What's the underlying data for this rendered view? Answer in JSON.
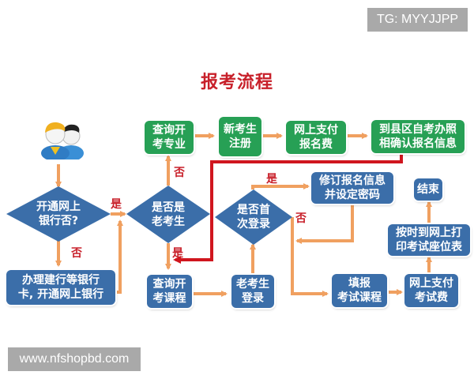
{
  "title": "报考流程",
  "watermarks": {
    "top_right": "TG: MYYJJPP",
    "bottom_left": "www.nfshopbd.com"
  },
  "colors": {
    "title": "#c8202a",
    "green_box": "#27a055",
    "blue_box": "#3b6ea9",
    "arrow": "#f0a060",
    "red_arrow": "#d0161e",
    "label": "#c8202a"
  },
  "icon": "users-icon",
  "nodes": {
    "d_bank": {
      "l1": "开通网上",
      "l2": "银行否?"
    },
    "bank_apply": {
      "l1": "办理建行等银行",
      "l2": "卡, 开通网上银行"
    },
    "d_old": {
      "l1": "是否是",
      "l2": "老考生"
    },
    "query_major": {
      "l1": "查询开",
      "l2": "考专业"
    },
    "register": {
      "l1": "新考生",
      "l2": "注册"
    },
    "pay_reg": {
      "l1": "网上支付",
      "l2": "报名费"
    },
    "confirm": {
      "l1": "到县区自考办照",
      "l2": "相确认报名信息"
    },
    "query_course": {
      "l1": "查询开",
      "l2": "考课程"
    },
    "d_first": {
      "l1": "是否首",
      "l2": "次登录"
    },
    "old_login": {
      "l1": "老考生",
      "l2": "登录"
    },
    "modify": {
      "l1": "修订报名信息",
      "l2": "并设定密码"
    },
    "fill": {
      "l1": "填报",
      "l2": "考试课程"
    },
    "pay_exam": {
      "l1": "网上支付",
      "l2": "考试费"
    },
    "print": {
      "l1": "按时到网上打",
      "l2": "印考试座位表"
    },
    "end": {
      "l1": "结束"
    }
  },
  "labels": {
    "bank_yes": "是",
    "bank_no": "否",
    "old_no": "否",
    "old_yes": "是",
    "first_yes": "是",
    "first_no": "否"
  }
}
